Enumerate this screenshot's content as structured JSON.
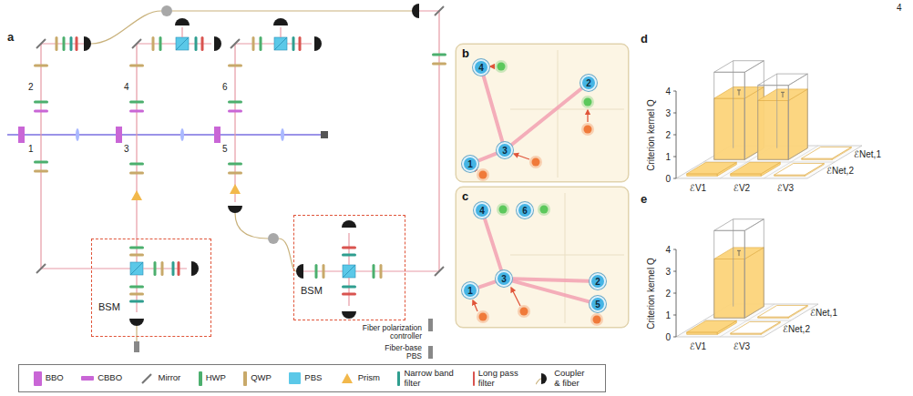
{
  "diagram": {
    "nodes": [
      {
        "text": [
          "BSM"
        ]
      },
      {
        "text": [
          "BSM"
        ]
      },
      {
        "text": [
          "b"
        ]
      },
      {
        "text": [
          "4"
        ],
        "in": 2
      },
      {
        "text": [
          "2"
        ],
        "in": 2
      },
      {
        "text": [
          "3"
        ],
        "in": 2
      },
      {
        "text": [
          "1"
        ],
        "in": 2
      },
      {
        "text": [
          "c"
        ]
      },
      {
        "text": [
          "4"
        ],
        "in": 7
      },
      {
        "text": [
          "6"
        ],
        "in": 7
      },
      {
        "text": [
          "3"
        ],
        "in": 7
      },
      {
        "text": [
          "1"
        ],
        "in": 7
      },
      {
        "text": [
          "2"
        ],
        "in": 7
      },
      {
        "text": [
          "5"
        ],
        "in": 7
      }
    ],
    "edges": [
      {
        "from": 5,
        "to": 3,
        "arrow": "none"
      },
      {
        "from": 5,
        "to": 4,
        "arrow": "none"
      },
      {
        "from": 6,
        "to": 5,
        "arrow": "none"
      },
      {
        "from": 10,
        "to": 8,
        "arrow": "none"
      },
      {
        "from": 10,
        "to": 11,
        "arrow": "none"
      },
      {
        "from": 10,
        "to": 12,
        "arrow": "none"
      },
      {
        "from": 10,
        "to": 13,
        "arrow": "none"
      }
    ],
    "labels": [
      "4",
      "a",
      "2",
      "1",
      "4",
      "3",
      "6",
      "5",
      "Fiber polarization controller",
      "Fiber-base PBS",
      "d",
      "Criterion kernel Q",
      "0",
      "1",
      "2",
      "3",
      "4",
      "ℰV1",
      "ℰV2",
      "ℰV3",
      "ℰNet,1",
      "ℰNet,2",
      "e",
      "Criterion kernel Q",
      "0",
      "1",
      "2",
      "3",
      "4",
      "ℰV1",
      "ℰV3",
      "ℰNet,1",
      "ℰNet,2"
    ],
    "legend": [
      {
        "text": "BBO",
        "color": "#c966d6"
      },
      {
        "text": "CBBO",
        "color": "#c966d6"
      },
      {
        "text": "Mirror"
      },
      {
        "text": "HWP",
        "color": "#4caf6e"
      },
      {
        "text": "QWP",
        "color": "#c8a96a"
      },
      {
        "text": "PBS",
        "color": "#5bc8e8"
      },
      {
        "text": "Prism"
      },
      {
        "text": "Narrow band filter",
        "color": "#2f9e8f"
      },
      {
        "text": "Long pass filter",
        "color": "#d9534f"
      },
      {
        "text": "Coupler & fiber"
      }
    ]
  }
}
